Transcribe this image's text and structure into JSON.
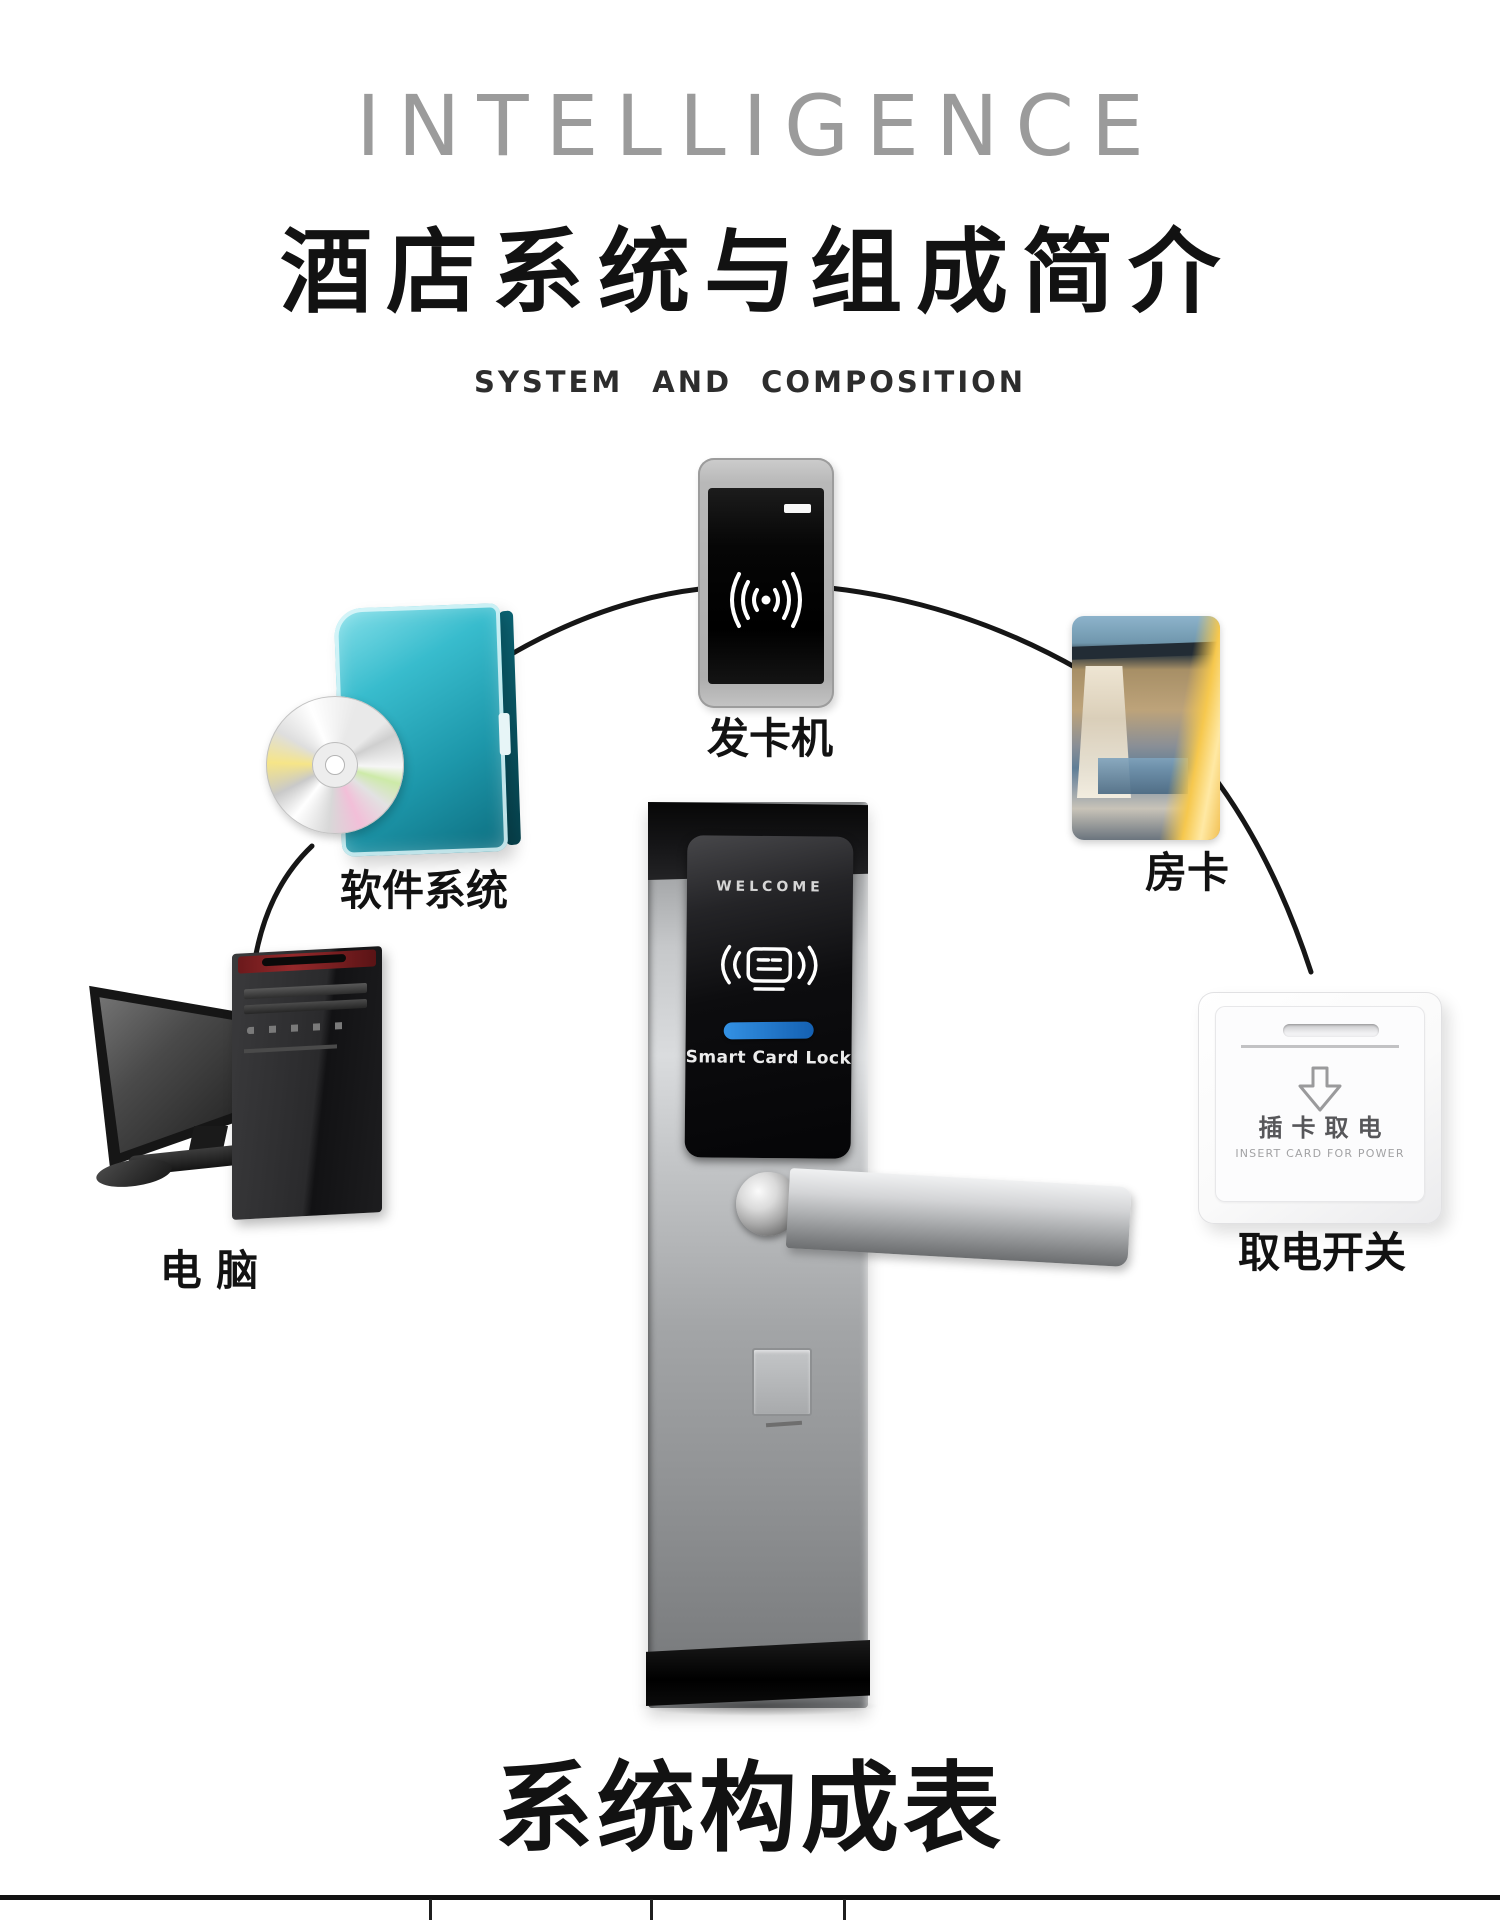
{
  "header": {
    "title_en": "INTELLIGENCE",
    "title_zh": "酒店系统与组成简介",
    "subtitle": "SYSTEM AND COMPOSITION"
  },
  "nodes": {
    "card_issuer": {
      "label": "发卡机"
    },
    "software": {
      "label": "软件系统"
    },
    "room_card": {
      "label": "房卡"
    },
    "computer": {
      "label": "电 脑"
    },
    "power_switch": {
      "label": "取电开关",
      "panel_zh": "插卡取电",
      "panel_en": "INSERT CARD FOR POWER"
    },
    "lock": {
      "welcome": "WELCOME",
      "brand": "Smart Card Lock"
    }
  },
  "footer": {
    "table_title": "系统构成表"
  },
  "colors": {
    "title_gray": "#9b9b9b",
    "ink": "#121212",
    "arc": "#161616",
    "lock_blue_bar": "#1f72c8",
    "software_teal": "#2bb3c4",
    "room_card_yellow": "#f6c84e"
  }
}
